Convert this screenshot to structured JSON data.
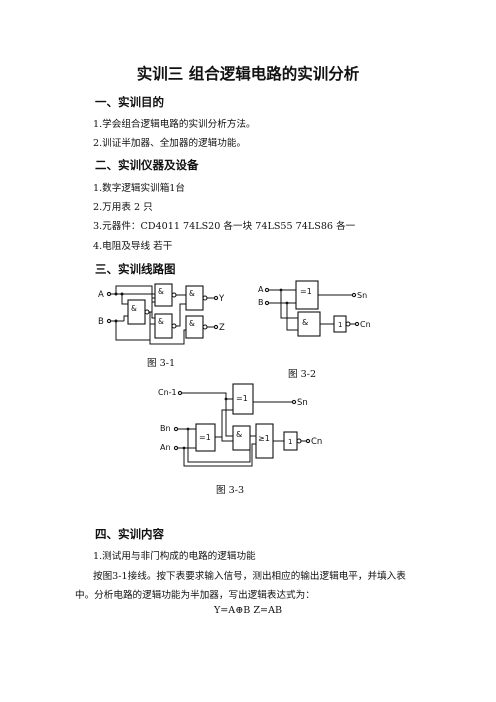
{
  "title": "实训三  组合逻辑电路的实训分析",
  "section1": {
    "heading": "一、实训目的",
    "items": [
      "1.学会组合逻辑电路的实训分析方法。",
      "2.训证半加器、全加器的逻辑功能。"
    ]
  },
  "section2": {
    "heading": "二、实训仪器及设备",
    "items": [
      "1.数字逻辑实训箱1台",
      "2.万用表  2 只",
      "3.元器件：CD4011  74LS20  各一块    74LS55  74LS86  各一",
      "4.电阻及导线  若干"
    ]
  },
  "section3": {
    "heading": "三、实训线路图",
    "fig1": {
      "caption": "图 3-1",
      "labels": {
        "a": "A",
        "b": "B",
        "y": "Y",
        "z": "Z",
        "g": "&"
      }
    },
    "fig2": {
      "caption": "图 3-2",
      "labels": {
        "a": "A",
        "b": "B",
        "xor": "=1",
        "and": "&",
        "not": "1",
        "sn": "Sn",
        "cn": "Cn"
      }
    },
    "fig3": {
      "caption": "图 3-3",
      "labels": {
        "cn1": "Cn-1",
        "bn": "Bn",
        "an": "An",
        "xor": "=1",
        "and": "&",
        "or": "≥1",
        "not": "1",
        "sn": "Sn",
        "cn": "Cn"
      }
    }
  },
  "section4": {
    "heading": "四、实训内容",
    "item1": "1.测试用与非门构成的电路的逻辑功能",
    "para_line1": "按图3-1接线。按下表要求输入信号，测出相应的输出逻辑电平，并填入表",
    "para_line2": "中。分析电路的逻辑功能为半加器，写出逻辑表达式为：",
    "formula": "Y=A⊕B  Z=AB"
  }
}
